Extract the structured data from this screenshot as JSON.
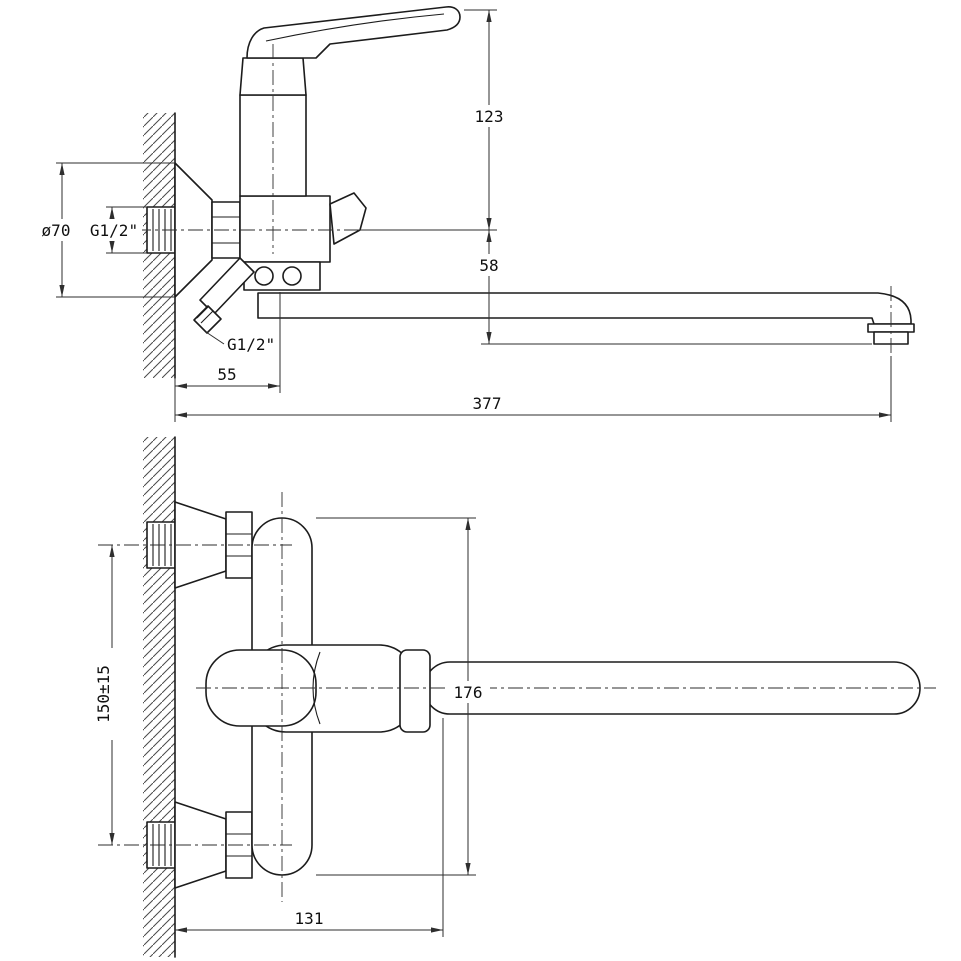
{
  "colors": {
    "line": "#1c1c1c",
    "thin": "#2e2e2e",
    "background": "#ffffff"
  },
  "side_view": {
    "dims": {
      "handle_height": "123",
      "valve_to_outlet_drop": "58",
      "flange_diameter": "ø70",
      "inlet_thread": "G1/2\"",
      "shower_thread": "G1/2\"",
      "wall_to_spout_pivot": "55",
      "spout_reach": "377"
    }
  },
  "front_view": {
    "dims": {
      "mounting_centers": "150±15",
      "body_height": "176",
      "wall_to_spout_nut": "131"
    }
  }
}
